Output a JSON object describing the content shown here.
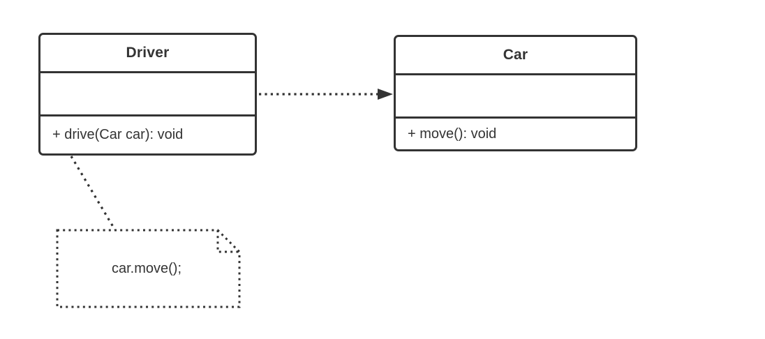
{
  "diagram": {
    "kind": "uml-class-diagram",
    "colors": {
      "stroke": "#333333",
      "text": "#333333",
      "background": "#ffffff"
    },
    "classes": [
      {
        "name": "Driver",
        "attributes": [],
        "methods": [
          "+ drive(Car car): void"
        ]
      },
      {
        "name": "Car",
        "attributes": [],
        "methods": [
          "+ move(): void"
        ]
      }
    ],
    "relationships": [
      {
        "type": "dependency",
        "from": "Driver",
        "to": "Car",
        "line_style": "dotted",
        "arrowhead": "filled-triangle"
      }
    ],
    "notes": [
      {
        "text": "car.move();",
        "attached_to": "Driver",
        "border_style": "dotted"
      }
    ]
  }
}
